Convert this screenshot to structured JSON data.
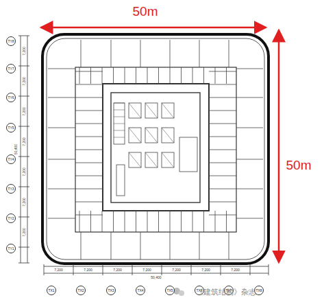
{
  "diagram": {
    "nodes": [
      {
        "text": [
          "TY8"
        ]
      },
      {
        "text": [
          "TY7"
        ]
      },
      {
        "text": [
          "TY6"
        ]
      },
      {
        "text": [
          "TY5"
        ]
      },
      {
        "text": [
          "TY4"
        ]
      },
      {
        "text": [
          "TY3"
        ]
      },
      {
        "text": [
          "TY2"
        ]
      },
      {
        "text": [
          "TY1"
        ]
      },
      {
        "text": [
          "TX1"
        ]
      },
      {
        "text": [
          "TX2"
        ]
      },
      {
        "text": [
          "TX3"
        ]
      },
      {
        "text": [
          "TX4"
        ]
      },
      {
        "text": [
          "TX5"
        ]
      },
      {
        "text": [
          "TX6"
        ]
      },
      {
        "text": [
          "TX7"
        ]
      },
      {
        "text": [
          "TX8"
        ]
      }
    ],
    "edges": [],
    "labels": [
      "50m",
      "50m",
      "7,200",
      "7,200",
      "7,200",
      "7,200",
      "7,200",
      "7,200",
      "7,200",
      "50,400",
      "7,200",
      "7,200",
      "7,200",
      "7,200",
      "7,200",
      "7,200",
      "7,200",
      "50,400",
      "《建筑结构》杂志"
    ]
  }
}
